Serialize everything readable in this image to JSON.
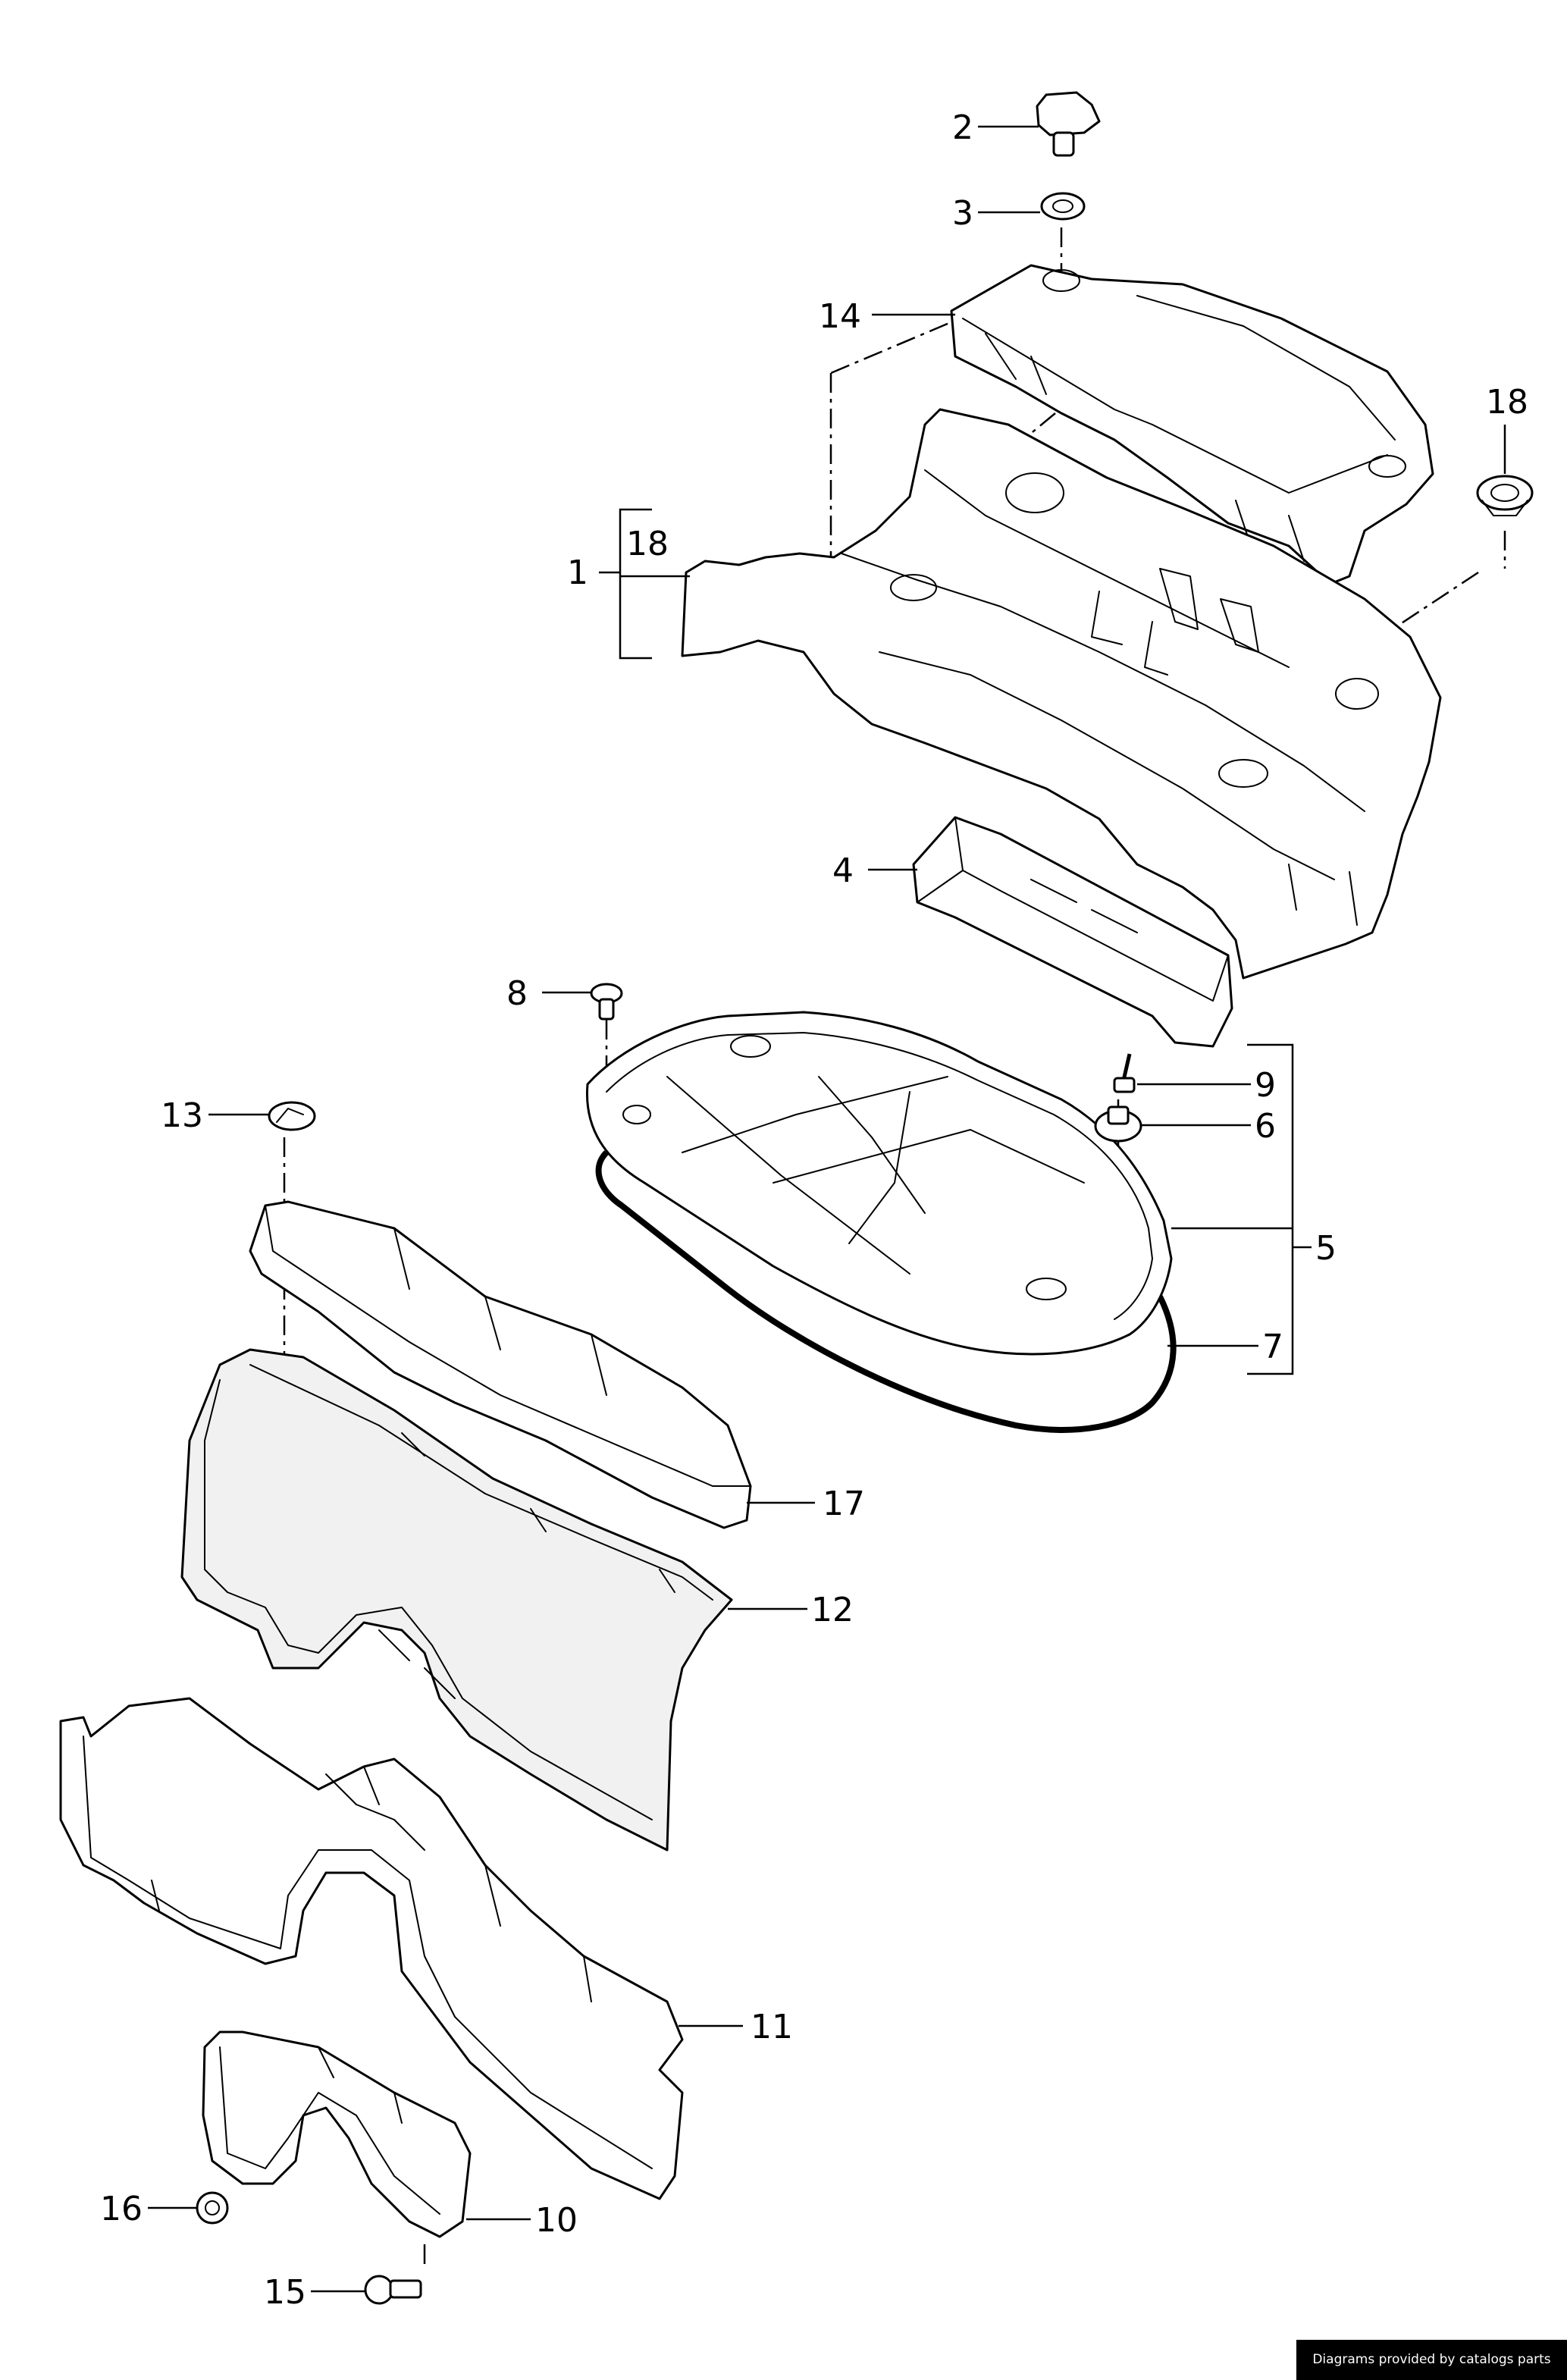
{
  "callouts": {
    "c1": "1",
    "c2": "2",
    "c3": "3",
    "c4": "4",
    "c5": "5",
    "c6": "6",
    "c7": "7",
    "c8": "8",
    "c9": "9",
    "c10": "10",
    "c11": "11",
    "c12": "12",
    "c13": "13",
    "c14": "14",
    "c15": "15",
    "c16": "16",
    "c17": "17",
    "c18_top": "18",
    "c18_bracket": "18"
  },
  "footer": {
    "credit": "Diagrams provided by catalogs parts"
  }
}
